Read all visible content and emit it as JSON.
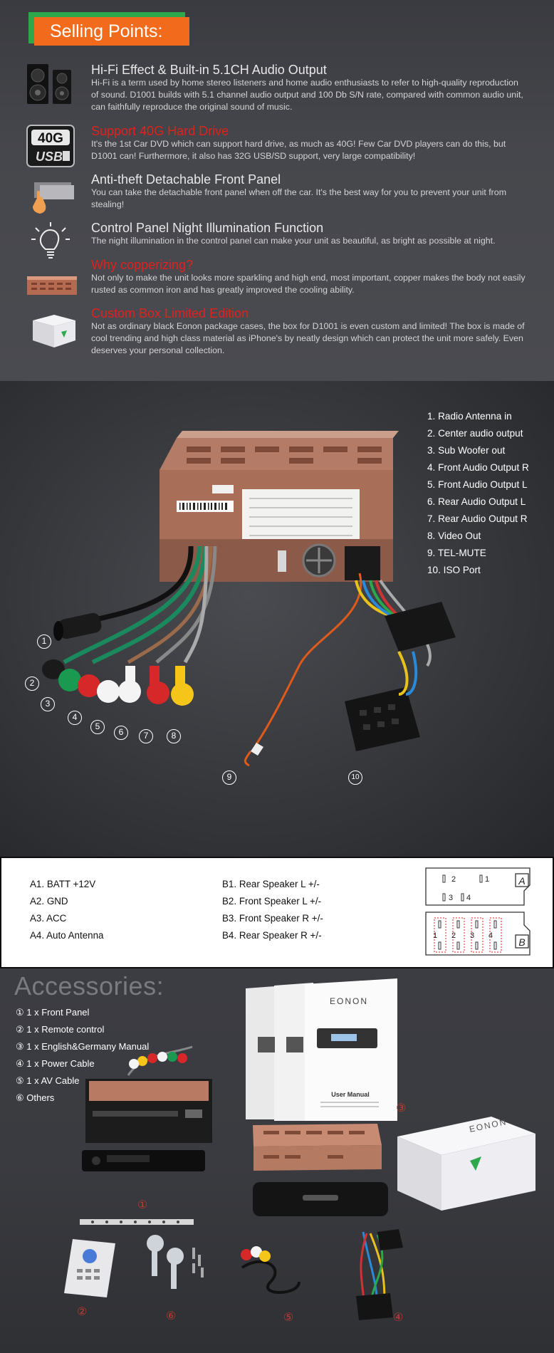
{
  "selling": {
    "badge": "Selling Points:",
    "items": [
      {
        "title": "Hi-Fi Effect & Built-in 5.1CH Audio Output",
        "text": "Hi-Fi is a term used by home stereo listeners and home audio enthusiasts to refer to high-quality reproduction of sound. D1001 builds with 5.1 channel audio output and 100 Db S/N rate, compared with common audio unit, can faithfully reproduce the original sound of music.",
        "icon": "speakers-icon"
      },
      {
        "title": "Support 40G Hard Drive",
        "text": "It's the 1st Car DVD which can support hard drive, as much as 40G! Few Car DVD players can do this, but D1001 can! Furthermore, it also has 32G USB/SD support, very large compatibility!",
        "icon": "usb-40g-icon",
        "icon_text_top": "40G",
        "icon_text_bottom": "USB"
      },
      {
        "title": "Anti-theft Detachable Front Panel",
        "text": "You can take the detachable front panel when off the car. It's the best way for you to prevent your unit from stealing!",
        "icon": "detachable-panel-icon"
      },
      {
        "title": "Control Panel Night Illumination Function",
        "text": "The night illumination in the control panel can make your unit as beautiful, as bright as possible at night.",
        "icon": "light-bulb-icon"
      },
      {
        "title": "Why copperizing?",
        "text": "Not only to make the unit looks more sparkling and high end, most important, copper makes the body not easily rusted as common iron and has greatly improved the cooling ability.",
        "icon": "copper-chassis-icon"
      },
      {
        "title": "Custom Box Limited Edition",
        "text": "Not as ordinary black Eonon package cases, the box for D1001 is even custom and limited! The box is made of cool trending and high class material as iPhone's by neatly design which can protect the unit more safely. Even deserves your personal collection.",
        "icon": "package-box-icon"
      }
    ],
    "red_color": "#e0211d",
    "badge_color": "#f26a1b"
  },
  "connections": {
    "list": [
      "1. Radio Antenna in",
      "2. Center audio output",
      "3. Sub Woofer out",
      "4. Front Audio Output R",
      "5. Front Audio Output L",
      "6. Rear Audio Output L",
      "7. Rear Audio Output R",
      "8. Video Out",
      "9. TEL-MUTE",
      "10. ISO Port"
    ],
    "markers": [
      "1",
      "2",
      "3",
      "4",
      "5",
      "6",
      "7",
      "8",
      "9",
      "10"
    ]
  },
  "iso": {
    "a": [
      "A1.  BATT +12V",
      "A2.  GND",
      "A3.  ACC",
      "A4. Auto Antenna"
    ],
    "b": [
      "B1.  Rear Speaker L  +/-",
      "B2.  Front Speaker L +/-",
      "B3.  Front Speaker R  +/-",
      "B4.  Rear Speaker R  +/-"
    ],
    "diagram": {
      "label_a": "A",
      "label_b": "B",
      "pins_a": [
        "2",
        "1",
        "3",
        "4"
      ],
      "pins_b": [
        "1",
        "2",
        "3",
        "4"
      ]
    }
  },
  "accessories": {
    "title": "Accessories:",
    "list": [
      "① 1 x Front Panel",
      "② 1 x Remote control",
      "③ 1 x English&Germany Manual",
      "④ 1 x Power Cable",
      "⑤ 1 x AV Cable",
      "⑥ Others"
    ],
    "marks": [
      "①",
      "②",
      "③",
      "④",
      "⑤",
      "⑥"
    ],
    "manual_brand": "EONON",
    "manual_title": "User Manual",
    "box_brand": "EONON",
    "mark_color": "#c43a2f"
  }
}
